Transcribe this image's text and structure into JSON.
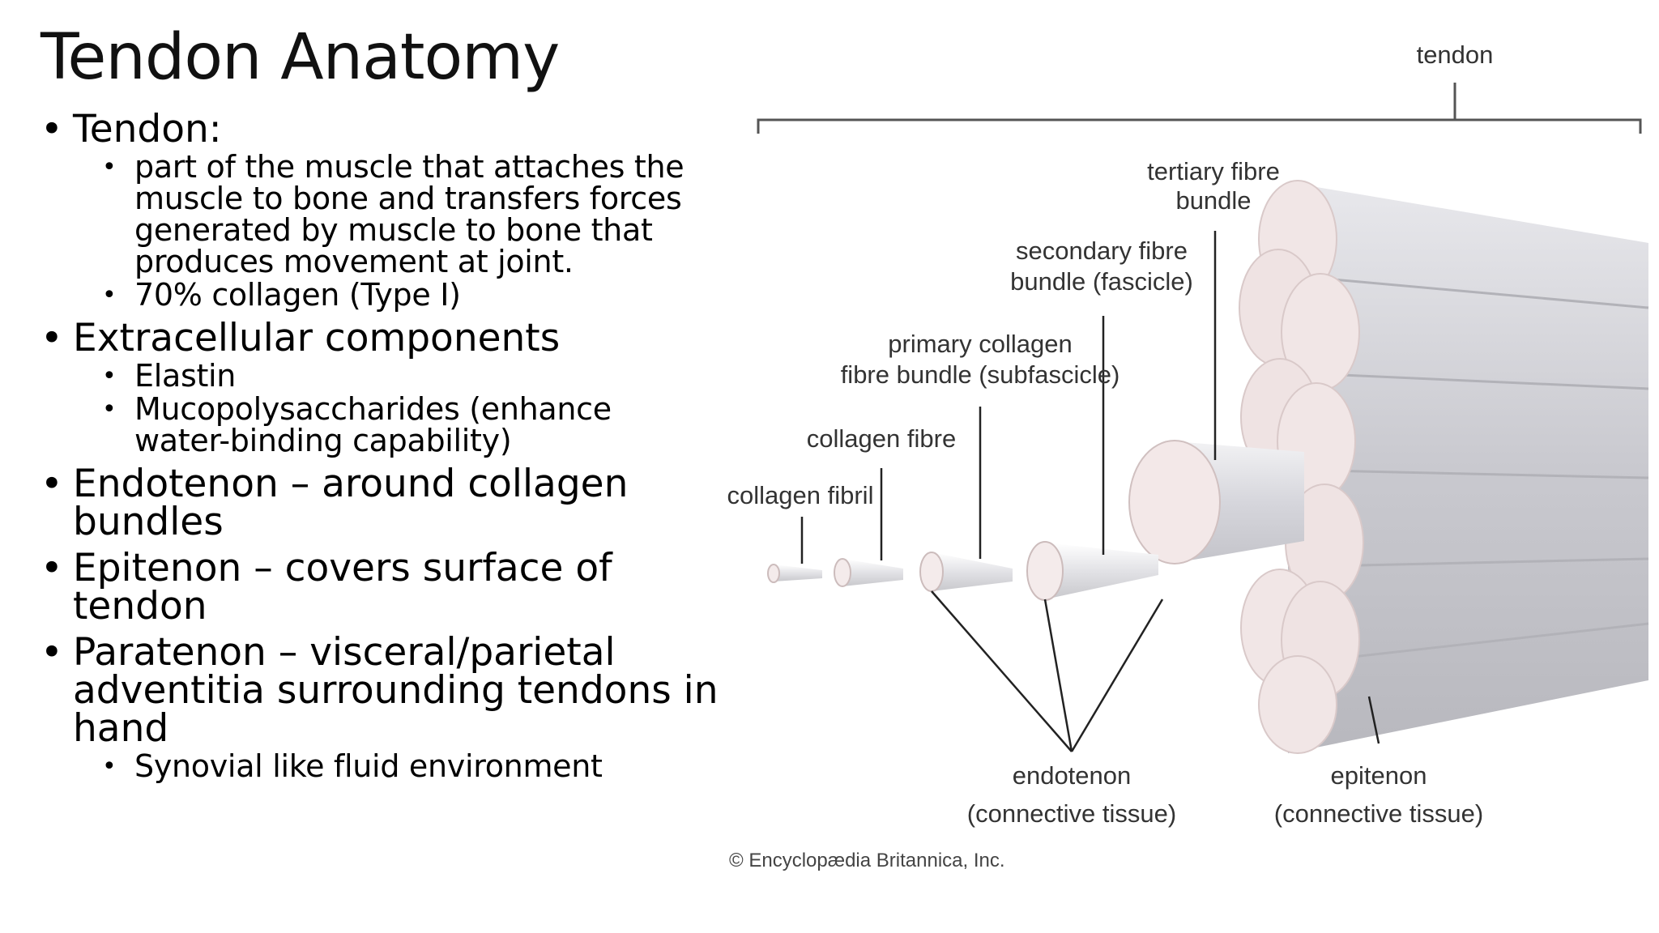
{
  "slide": {
    "title": "Tendon Anatomy",
    "bullets": [
      {
        "text": "Tendon:",
        "sub": [
          "part of the muscle that attaches the muscle to bone and transfers forces generated by muscle to bone that produces movement at joint.",
          "70% collagen (Type I)"
        ]
      },
      {
        "text": "Extracellular components",
        "sub": [
          "Elastin",
          "Mucopolysaccharides (enhance water-binding capability)"
        ]
      },
      {
        "text": "Endotenon – around collagen bundles",
        "sub": []
      },
      {
        "text": "Epitenon – covers surface of tendon",
        "sub": []
      },
      {
        "text": "Paratenon – visceral/parietal adventitia surrounding tendons in hand",
        "sub": [
          "Synovial like fluid environment"
        ]
      }
    ]
  },
  "figure": {
    "labels": {
      "tendon": "tendon",
      "tertiary": [
        "tertiary fibre",
        "bundle"
      ],
      "secondary": [
        "secondary fibre",
        "bundle (fascicle)"
      ],
      "primary": [
        "primary collagen",
        "fibre bundle (subfascicle)"
      ],
      "collagen_fibre": "collagen fibre",
      "collagen_fibril": "collagen fibril",
      "endotenon": [
        "endotenon",
        "(connective tissue)"
      ],
      "epitenon": [
        "epitenon",
        "(connective tissue)"
      ],
      "credit": "© Encyclopædia Britannica, Inc."
    }
  }
}
